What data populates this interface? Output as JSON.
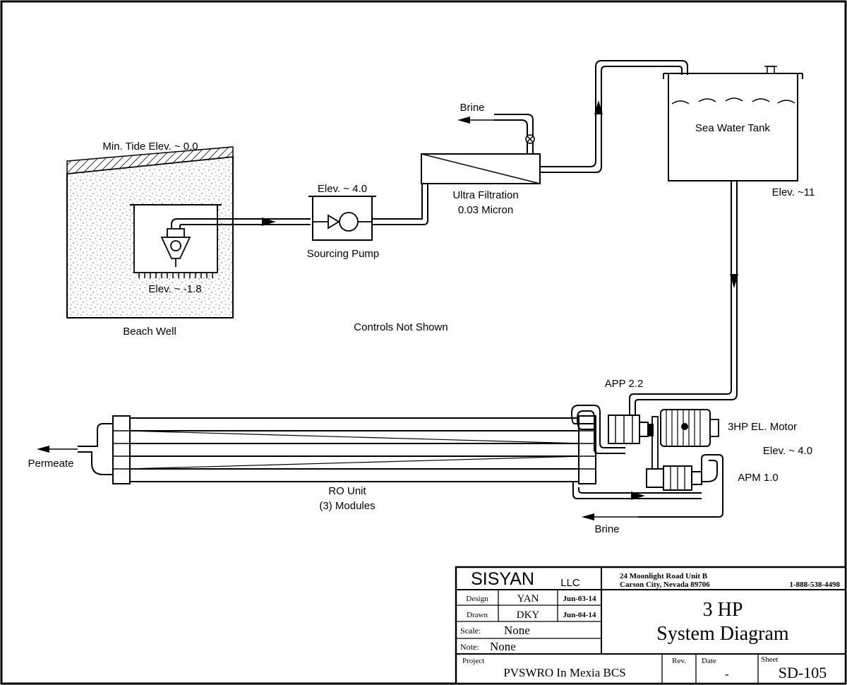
{
  "labels": {
    "min_tide": "Min. Tide Elev. ~ 0.0",
    "beach_well": "Beach Well",
    "well_elev": "Elev. ~ -1.8",
    "pump_elev": "Elev. ~ 4.0",
    "sourcing_pump": "Sourcing Pump",
    "brine_top": "Brine",
    "uf_line1": "Ultra Filtration",
    "uf_line2": "0.03 Micron",
    "sea_water_tank": "Sea Water Tank",
    "tank_elev": "Elev. ~11",
    "controls": "Controls Not Shown",
    "app": "APP 2.2",
    "motor": "3HP EL. Motor",
    "ro_elev": "Elev. ~ 4.0",
    "apm": "APM 1.0",
    "permeate": "Permeate",
    "ro_line1": "RO Unit",
    "ro_line2": "(3) Modules",
    "brine_bottom": "Brine"
  },
  "title_block": {
    "company": "SISYAN",
    "company_suffix": "LLC",
    "address1": "24 Moonlight Road Unit B",
    "address2": "Carson City, Nevada  89706",
    "phone": "1-888-538-4498",
    "design_label": "Design",
    "design_name": "YAN",
    "design_date": "Jun-03-14",
    "drawn_label": "Drawn",
    "drawn_name": "DKY",
    "drawn_date": "Jun-04-14",
    "scale_label": "Scale:",
    "scale_value": "None",
    "note_label": "Note:",
    "note_value": "None",
    "title_line1": "3 HP",
    "title_line2": "System Diagram",
    "project_label": "Project",
    "project_value": "PVSWRO In Mexia BCS",
    "rev_label": "Rev.",
    "date_label": "Date",
    "date_value": "-",
    "sheet_label": "Sheet",
    "sheet_value": "SD-105"
  }
}
